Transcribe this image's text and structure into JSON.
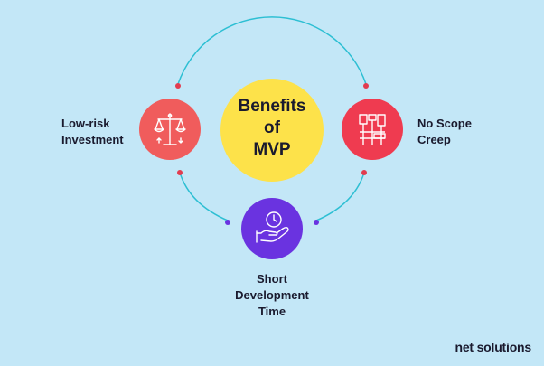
{
  "center": {
    "line1": "Benefits",
    "line2": "of",
    "line3": "MVP"
  },
  "nodes": {
    "left": {
      "line1": "Low-risk",
      "line2": "Investment",
      "icon": "scales-icon",
      "color": "#f05c5c"
    },
    "right": {
      "line1": "No Scope",
      "line2": "Creep",
      "icon": "scope-grid-icon",
      "color": "#ef3b50"
    },
    "bottom": {
      "line1": "Short",
      "line2": "Development",
      "line3": "Time",
      "icon": "clock-hand-icon",
      "color": "#6a33e0"
    }
  },
  "colors": {
    "background": "#c3e7f7",
    "center": "#fde24a",
    "connector": "#2dbfd3",
    "dot_red": "#e23c4f",
    "dot_purple": "#6a33e0"
  },
  "brand": {
    "text": "net solutions"
  }
}
